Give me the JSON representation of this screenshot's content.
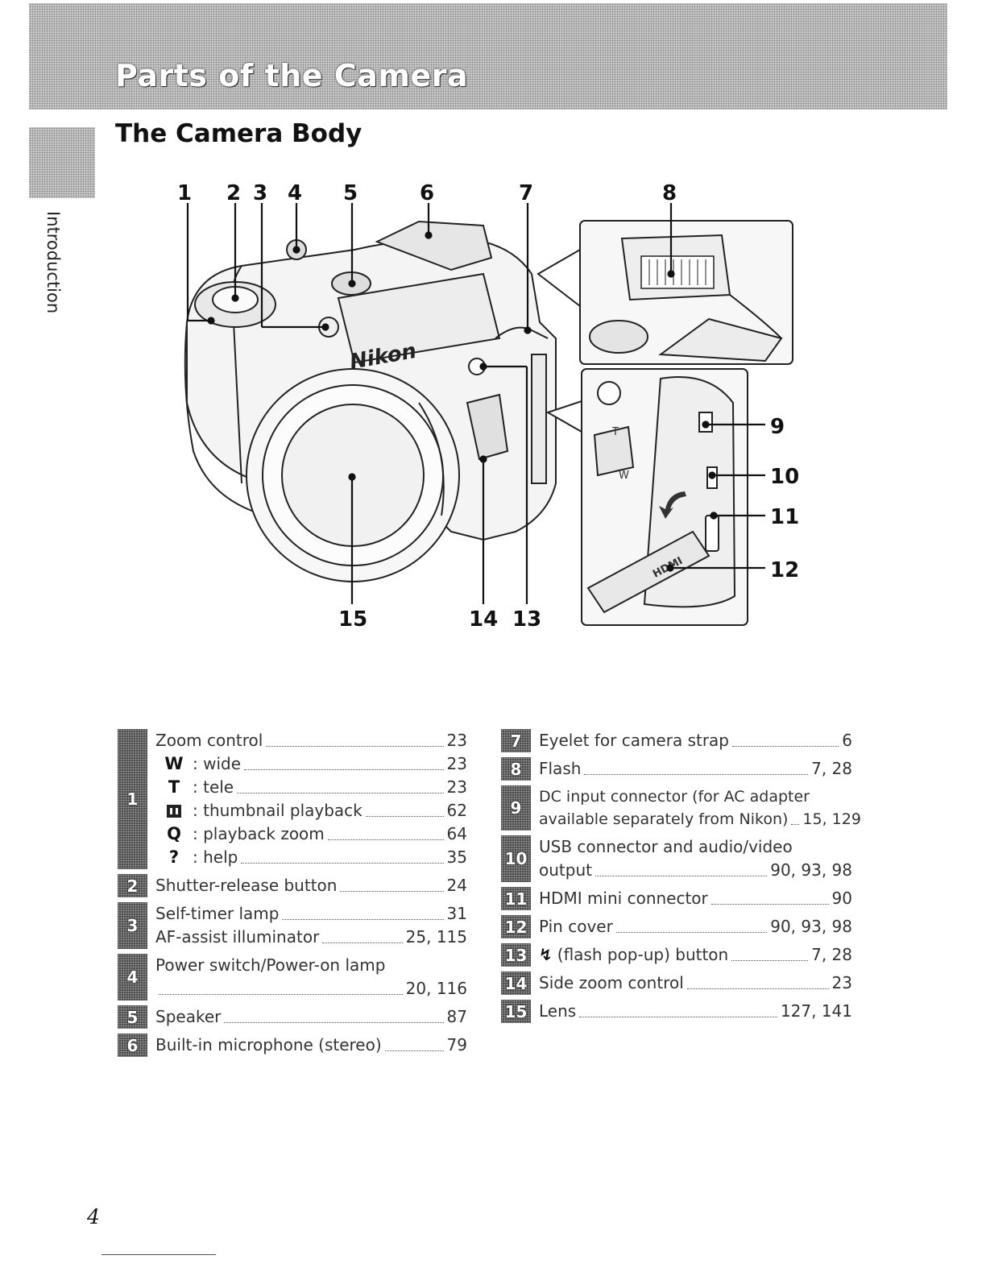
{
  "header": {
    "title": "Parts of the Camera"
  },
  "section": {
    "title": "The Camera Body"
  },
  "side_tab": {
    "label": "Introduction"
  },
  "diagram": {
    "callouts": [
      "1",
      "2",
      "3",
      "4",
      "5",
      "6",
      "7",
      "8",
      "9",
      "10",
      "11",
      "12",
      "13",
      "14",
      "15"
    ],
    "brand_text": "Nikon",
    "hdmi_text": "HDMI",
    "zoom_t": "T",
    "zoom_w": "W"
  },
  "legend_left": [
    {
      "number": "1",
      "lines": [
        {
          "label": "Zoom control",
          "pages": "23"
        },
        {
          "symbol": "W",
          "label": ": wide",
          "pages": "23"
        },
        {
          "symbol": "T",
          "label": ": tele",
          "pages": "23"
        },
        {
          "symbol_icon": "thumbnail-icon",
          "label": ": thumbnail playback",
          "pages": "62"
        },
        {
          "symbol": "Q",
          "label": ": playback zoom",
          "pages": "64"
        },
        {
          "symbol": "?",
          "label": ": help",
          "pages": "35"
        }
      ]
    },
    {
      "number": "2",
      "lines": [
        {
          "label": "Shutter-release button",
          "pages": "24"
        }
      ]
    },
    {
      "number": "3",
      "lines": [
        {
          "label": "Self-timer lamp",
          "pages": "31"
        },
        {
          "label": "AF-assist illuminator",
          "pages": "25, 115"
        }
      ]
    },
    {
      "number": "4",
      "lines": [
        {
          "label": "Power switch/Power-on lamp",
          "pages": ""
        },
        {
          "label": "",
          "pages": "20, 116"
        }
      ]
    },
    {
      "number": "5",
      "lines": [
        {
          "label": "Speaker",
          "pages": "87"
        }
      ]
    },
    {
      "number": "6",
      "lines": [
        {
          "label": "Built-in microphone (stereo)",
          "pages": "79"
        }
      ]
    }
  ],
  "legend_right": [
    {
      "number": "7",
      "lines": [
        {
          "label": "Eyelet for camera strap",
          "pages": "6"
        }
      ]
    },
    {
      "number": "8",
      "lines": [
        {
          "label": "Flash",
          "pages": "7, 28"
        }
      ]
    },
    {
      "number": "9",
      "lines": [
        {
          "label": "DC input connector (for AC adapter",
          "pages": "",
          "small": true
        },
        {
          "label": "available separately from Nikon)",
          "pages": "15, 129",
          "small": true
        }
      ]
    },
    {
      "number": "10",
      "lines": [
        {
          "label": "USB connector and audio/video",
          "pages": ""
        },
        {
          "label": "output",
          "pages": "90, 93, 98"
        }
      ]
    },
    {
      "number": "11",
      "lines": [
        {
          "label": "HDMI mini connector",
          "pages": "90"
        }
      ]
    },
    {
      "number": "12",
      "lines": [
        {
          "label": "Pin cover",
          "pages": "90, 93, 98"
        }
      ]
    },
    {
      "number": "13",
      "lines": [
        {
          "flash_icon": true,
          "label": "(flash pop-up) button",
          "pages": "7, 28"
        }
      ]
    },
    {
      "number": "14",
      "lines": [
        {
          "label": "Side zoom control",
          "pages": "23"
        }
      ]
    },
    {
      "number": "15",
      "lines": [
        {
          "label": "Lens",
          "pages": "127, 141"
        }
      ]
    }
  ],
  "footer": {
    "page_number": "4"
  }
}
